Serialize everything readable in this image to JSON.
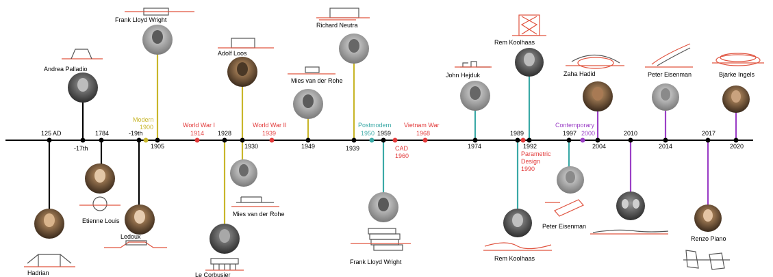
{
  "colors": {
    "axis": "#000000",
    "classic": "#000000",
    "modern": "#c8b62a",
    "postmodern": "#3aa9a6",
    "contemporary": "#9b3fc6",
    "events": "#e23a3a",
    "sketch": "#e0533f"
  },
  "years": {
    "y125": "125 AD",
    "c17": "-17th",
    "y1784": "1784",
    "c19": "-19th",
    "y1905": "1905",
    "y1928": "1928",
    "y1930": "1930",
    "y1949": "1949",
    "y1939": "1939",
    "y1959": "1959",
    "y1974": "1974",
    "y1989": "1989",
    "y1992": "1992",
    "y1997": "1997",
    "y2004": "2004",
    "y2010": "2010",
    "y2014": "2014",
    "y2017": "2017",
    "y2020": "2020"
  },
  "eras": {
    "modern": "Modern",
    "modern_year": "1900",
    "postmodern": "Postmodern",
    "postmodern_year": "1950",
    "contemporary": "Contemporary",
    "contemporary_year": "2000"
  },
  "events": {
    "ww1": "World War I",
    "ww1_year": "1914",
    "ww2": "World War II",
    "ww2_year": "1939",
    "vietnam": "Vietnam War",
    "vietnam_year": "1968",
    "cad": "CAD",
    "cad_year": "1960",
    "parametric_l1": "Parametric",
    "parametric_l2": "Design",
    "parametric_year": "1990"
  },
  "architects": {
    "hadrian": "Hadrian",
    "palladio": "Andrea Palladio",
    "etienne": "Etienne Louis",
    "ledoux": "Ledoux",
    "wright1": "Frank Lloyd Wright",
    "corbusier": "Le Corbusier",
    "loos": "Adolf Loos",
    "mies1": "Mies van der Rohe",
    "mies2": "Mies van der Rohe",
    "neutra": "Richard Neutra",
    "wright2": "Frank Lloyd Wright",
    "hejduk": "John Hejduk",
    "koolhaas1": "Rem Koolhaas",
    "koolhaas2": "Rem Koolhaas",
    "eisenman1": "Peter Eisenman",
    "hadid": "Zaha Hadid",
    "eisenman2": "Peter Eisenman",
    "ingels": "Bjarke Ingels",
    "piano": "Renzo Piano"
  }
}
